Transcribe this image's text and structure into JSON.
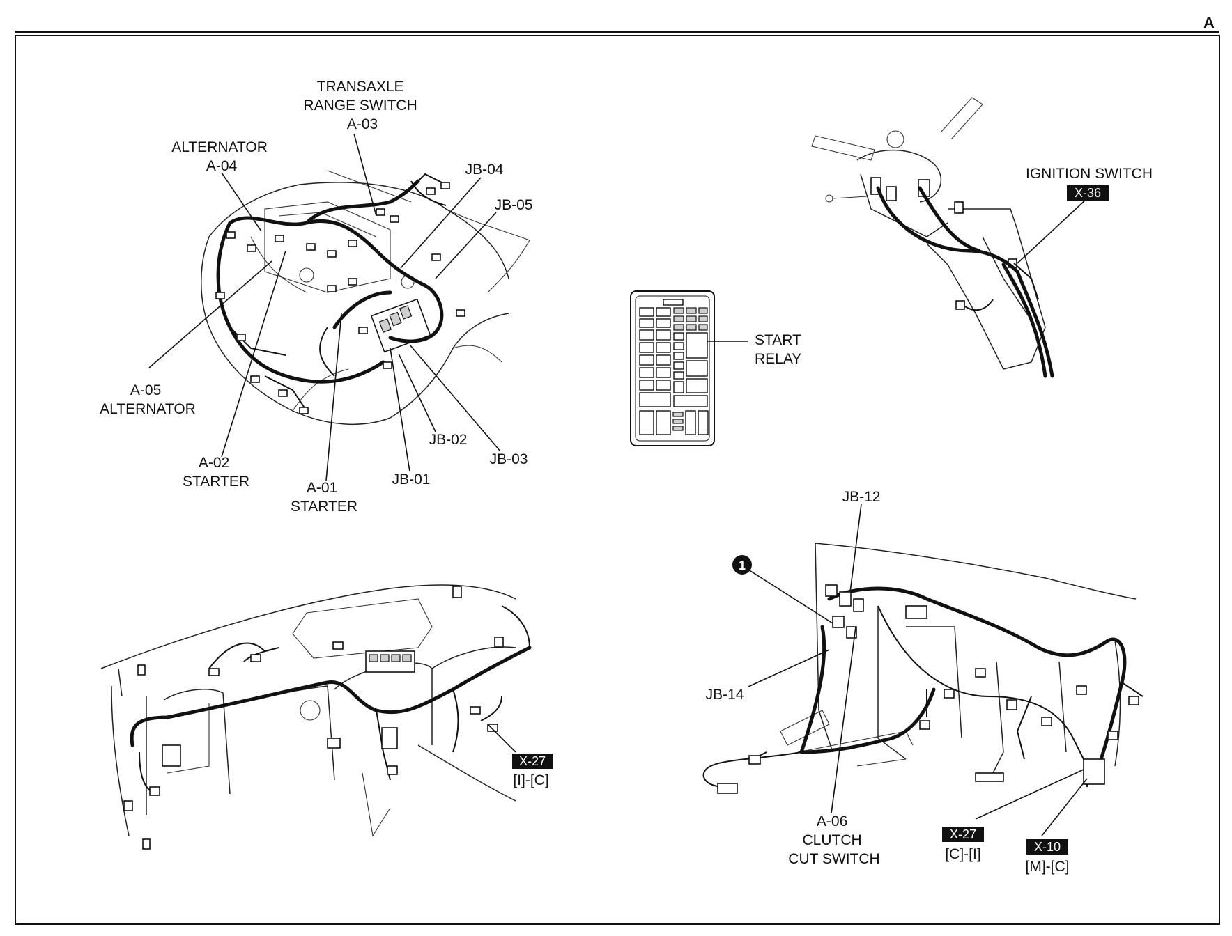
{
  "page": {
    "section_letter": "A"
  },
  "engine_bay": {
    "labels": {
      "transaxle": [
        "TRANSAXLE",
        "RANGE SWITCH",
        "A-03"
      ],
      "alternator_a04": [
        "ALTERNATOR",
        "A-04"
      ],
      "jb04": "JB-04",
      "jb05": "JB-05",
      "a05": [
        "A-05",
        "ALTERNATOR"
      ],
      "a02": [
        "A-02",
        "STARTER"
      ],
      "a01": [
        "A-01",
        "STARTER"
      ],
      "jb01": "JB-01",
      "jb02": "JB-02",
      "jb03": "JB-03"
    }
  },
  "relay_box": {
    "label": [
      "START",
      "RELAY"
    ]
  },
  "steering_column": {
    "label": "IGNITION SWITCH",
    "badge": "X-36"
  },
  "dashboard_left": {
    "badge": "X-27",
    "pins": "[I]-[C]"
  },
  "dashboard_right": {
    "callout_number": "1",
    "jb12": "JB-12",
    "jb14": "JB-14",
    "a06": [
      "A-06",
      "CLUTCH",
      "CUT SWITCH"
    ],
    "badge_x27": "X-27",
    "pins_x27": "[C]-[I]",
    "badge_x10": "X-10",
    "pins_x10": "[M]-[C]"
  },
  "colors": {
    "ink": "#111111",
    "badge_bg": "#111111",
    "badge_text": "#ffffff"
  }
}
